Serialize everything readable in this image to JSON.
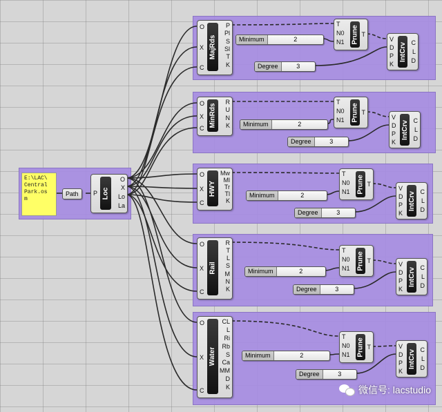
{
  "file_panel": {
    "text": "E:\\LAC\\\nCentral\nPark.os\nm"
  },
  "path_param": {
    "label": "Path"
  },
  "loc": {
    "title": "Loc",
    "inputs": [
      "P"
    ],
    "outputs": [
      "O",
      "X",
      "Lo",
      "La"
    ]
  },
  "groups": [
    {
      "title": "MajRds",
      "inputs": [
        "O",
        "X",
        "C"
      ],
      "outputs": [
        "P",
        "Pl",
        "S",
        "Sl",
        "T",
        "K"
      ],
      "slider_label": "Minimum",
      "slider_value": "2",
      "degree_label": "Degree",
      "degree_value": "3"
    },
    {
      "title": "MinRds",
      "inputs": [
        "O",
        "X",
        "C"
      ],
      "outputs": [
        "R",
        "U",
        "N",
        "K"
      ],
      "slider_label": "Minimum",
      "slider_value": "2",
      "degree_label": "Degree",
      "degree_value": "3"
    },
    {
      "title": "HWY",
      "inputs": [
        "O",
        "X",
        "C"
      ],
      "outputs": [
        "Mw",
        "Ml",
        "Tr",
        "Tl",
        "K"
      ],
      "slider_label": "Minimum",
      "slider_value": "2",
      "degree_label": "Degree",
      "degree_value": "3"
    },
    {
      "title": "Rail",
      "inputs": [
        "O",
        "X",
        "C"
      ],
      "outputs": [
        "R",
        "T",
        "L",
        "S",
        "M",
        "N",
        "K"
      ],
      "slider_label": "Minimum",
      "slider_value": "2",
      "degree_label": "Degree",
      "degree_value": "3"
    },
    {
      "title": "Water",
      "inputs": [
        "O",
        "X",
        "C"
      ],
      "outputs": [
        "CL",
        "L",
        "Ri",
        "Rb",
        "S",
        "Ca",
        "MM",
        "D",
        "K"
      ],
      "slider_label": "Minimum",
      "slider_value": "2",
      "degree_label": "Degree",
      "degree_value": "3"
    }
  ],
  "prune": {
    "title": "Prune",
    "inputs": [
      "T",
      "N0",
      "N1"
    ],
    "outputs": [
      "T"
    ]
  },
  "intcrv": {
    "title": "IntCrv",
    "inputs": [
      "V",
      "D",
      "P",
      "K"
    ],
    "outputs": [
      "C",
      "L",
      "D"
    ]
  },
  "watermark": {
    "text": "微信号: lacstudio",
    "icon": "wechat-icon"
  },
  "colors": {
    "group": "#a68ce2",
    "panel": "#ffff66",
    "canvas": "#d6d6d6"
  }
}
